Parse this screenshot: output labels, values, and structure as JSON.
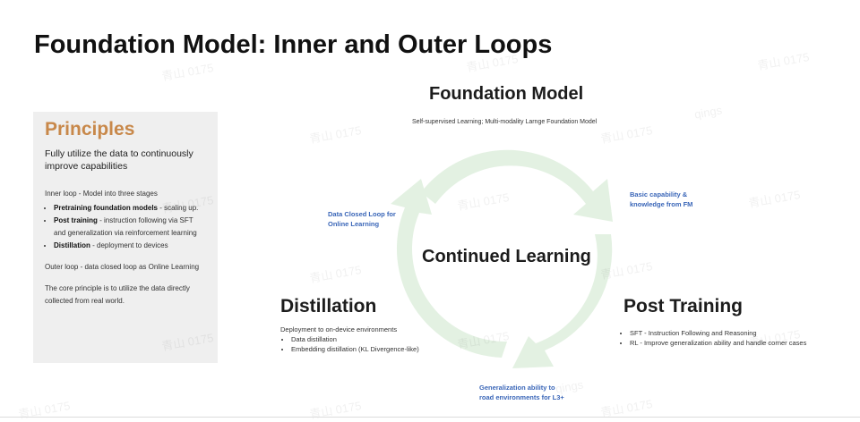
{
  "title": "Foundation Model: Inner and Outer Loops",
  "principles": {
    "heading": "Principles",
    "subtitle": "Fully utilize the data to continuously improve capabilities",
    "inner_intro": "Inner loop - Model into three stages",
    "items": [
      {
        "bold": "Pretraining foundation models",
        "rest": " - scaling up."
      },
      {
        "bold": "Post training",
        "rest": " - instruction following via SFT and generalization via reinforcement learning"
      },
      {
        "bold": "Distillation",
        "rest": " - deployment to devices"
      }
    ],
    "outer": "Outer loop - data closed loop as Online Learning",
    "core": "The core principle is to utilize the data directly collected from real world."
  },
  "diagram": {
    "center": "Continued Learning",
    "foundation": {
      "title": "Foundation Model",
      "desc": "Self-supervised Learning; Multi-modality Larnge Foundation Model"
    },
    "post_training": {
      "title": "Post Training",
      "bullets": [
        "SFT - Instruction Following and Reasoning",
        "RL - Improve generalization ability and handle corner cases"
      ]
    },
    "distillation": {
      "title": "Distillation",
      "desc": "Deployment to on-device environments",
      "bullets": [
        "Data distillation",
        "Embedding distillation (KL Divergence-like)"
      ]
    },
    "edge_labels": {
      "top_right": "Basic capability & knowledge from FM",
      "top_left": "Data Closed Loop for Online Learning",
      "bottom": "Generalization ability to road environments for L3+"
    },
    "arrow_color": "#e3f1e2"
  },
  "watermarks": [
    "青山 0175",
    "qings"
  ]
}
